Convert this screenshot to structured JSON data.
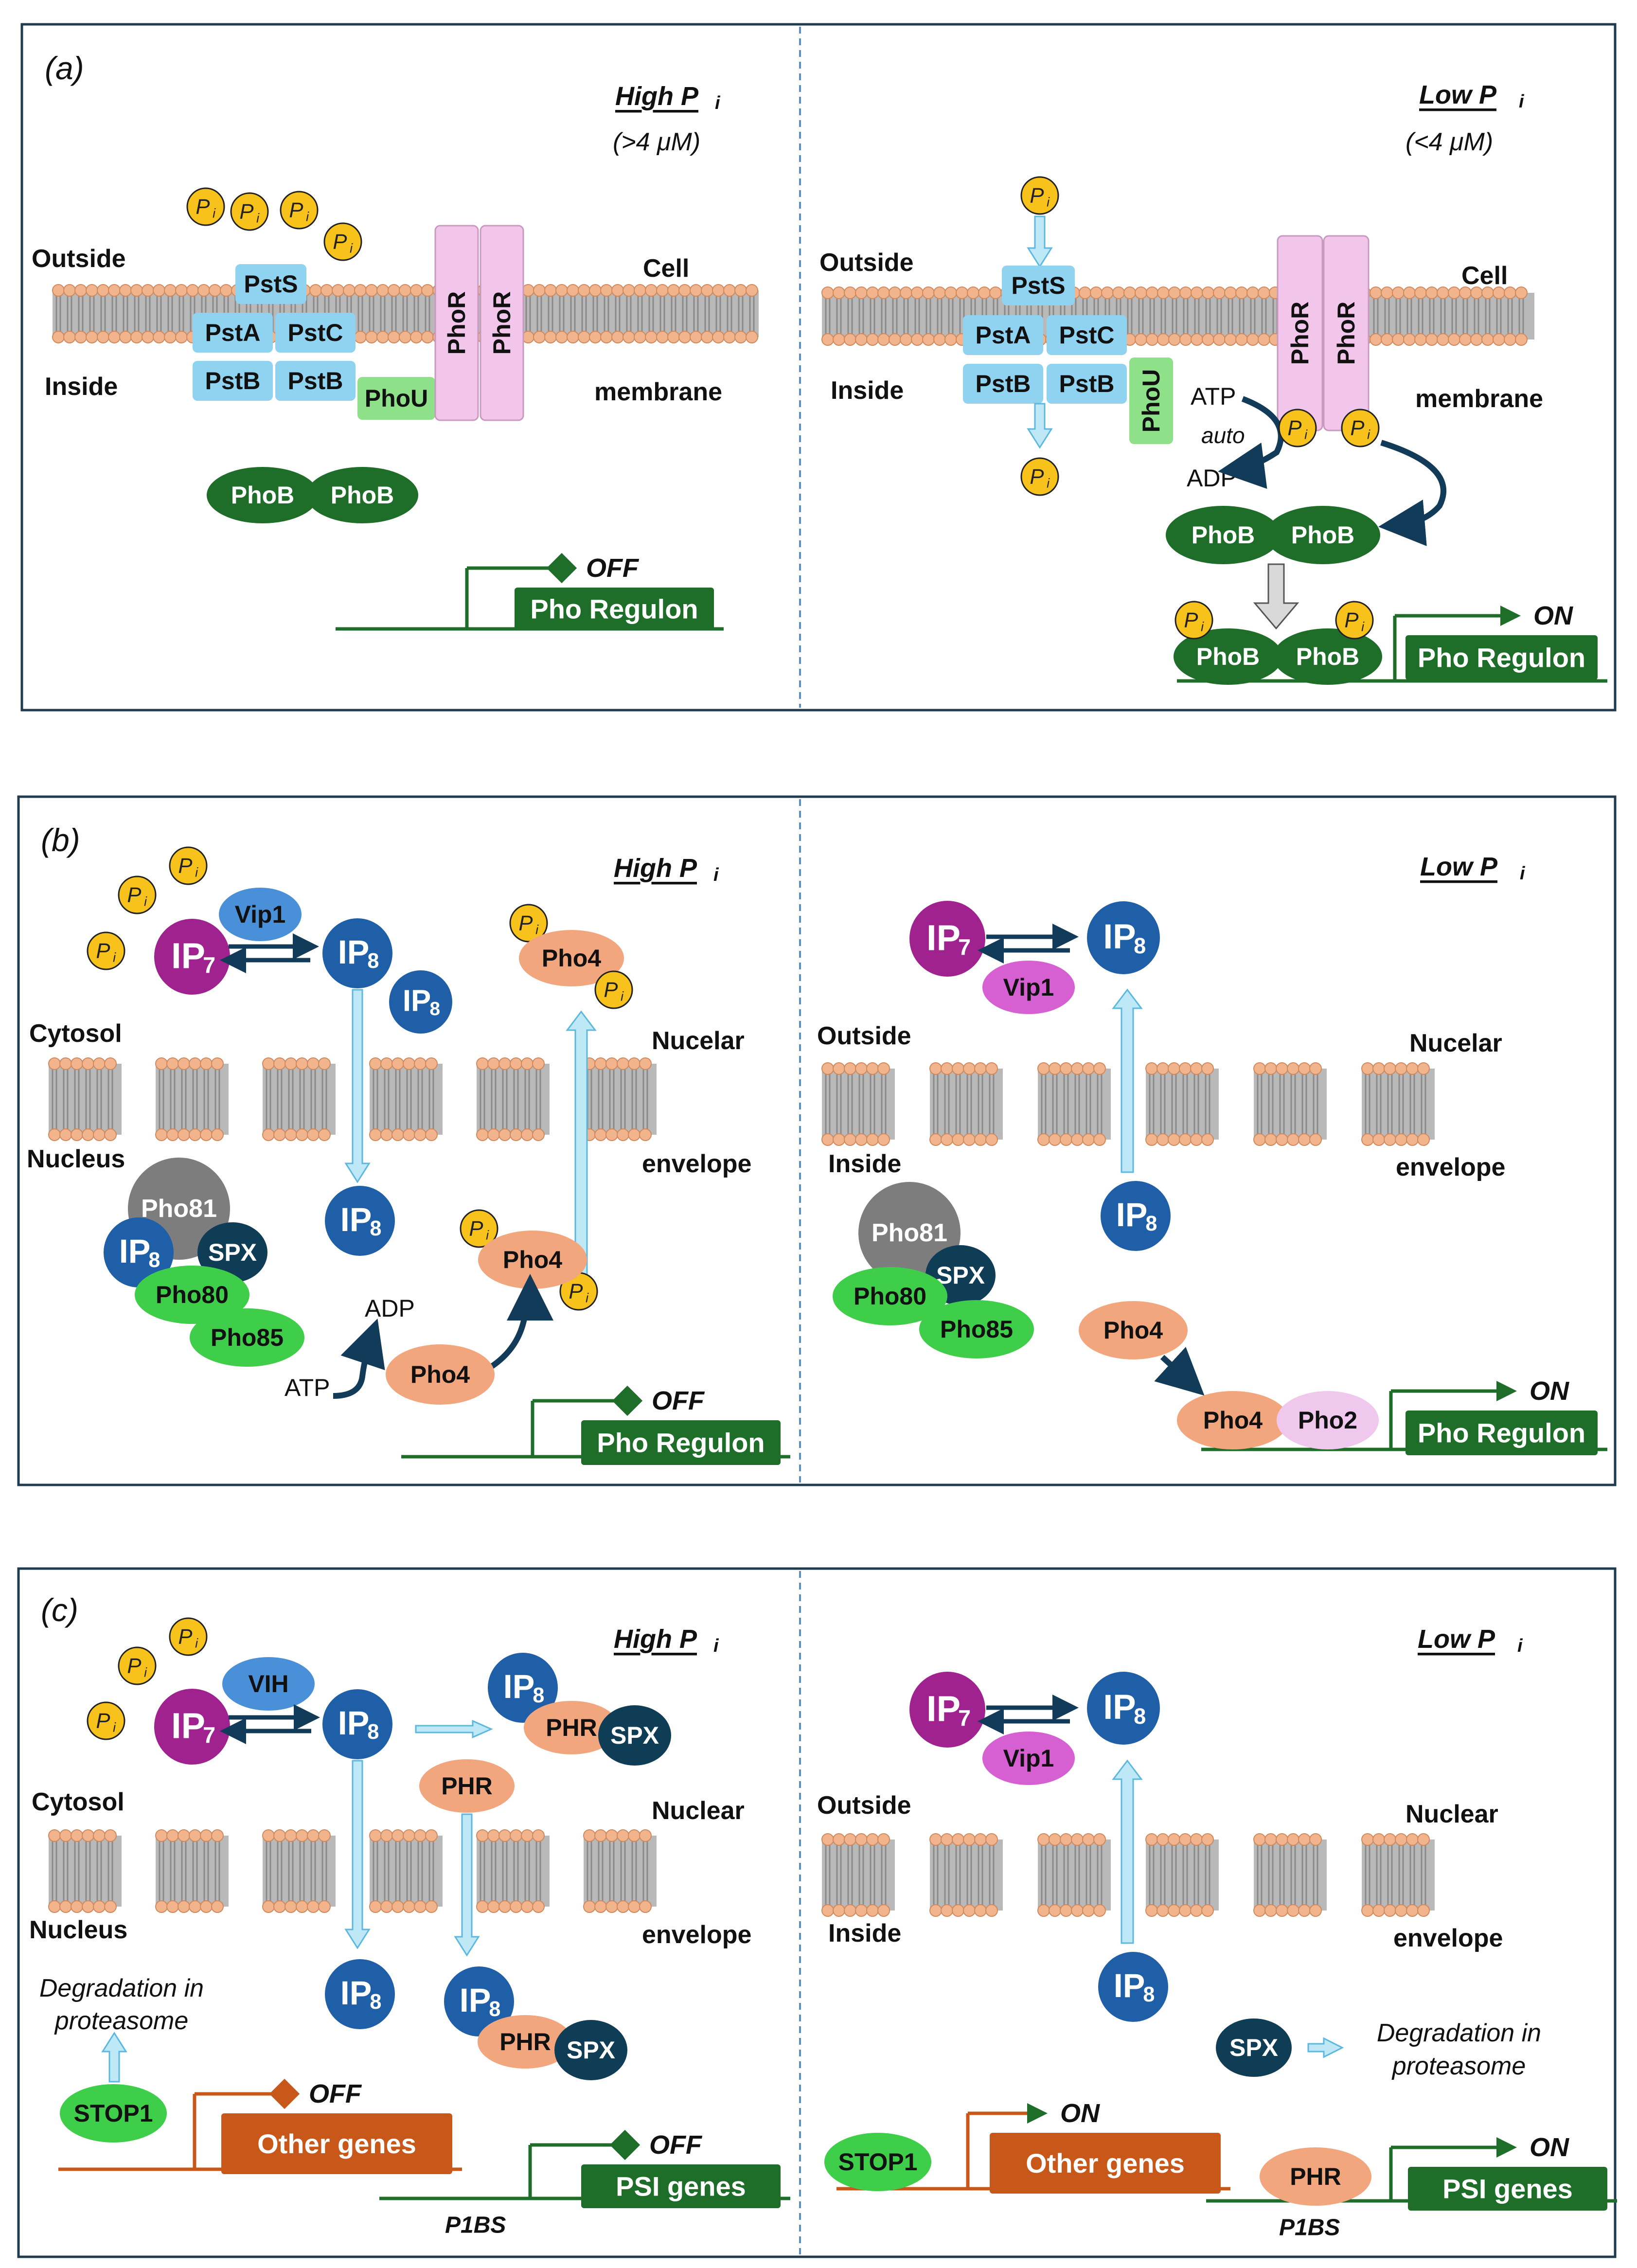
{
  "panels": {
    "a": {
      "label": "(a)",
      "high_title": "High P",
      "high_sub": "(>4 μM)",
      "low_title": "Low P",
      "low_sub": "(<4 μM)",
      "high": {
        "outside": "Outside",
        "inside": "Inside",
        "cell": "Cell",
        "membrane": "membrane",
        "pstS": "PstS",
        "pstA": "PstA",
        "pstC": "PstC",
        "pstB1": "PstB",
        "pstB2": "PstB",
        "phoU": "PhoU",
        "phoR1": "PhoR",
        "phoR2": "PhoR",
        "phoB1": "PhoB",
        "phoB2": "PhoB",
        "status": "OFF",
        "regulon": "Pho Regulon"
      },
      "low": {
        "outside": "Outside",
        "inside": "Inside",
        "cell": "Cell",
        "membrane": "membrane",
        "pstS": "PstS",
        "pstA": "PstA",
        "pstC": "PstC",
        "pstB1": "PstB",
        "pstB2": "PstB",
        "phoU": "PhoU",
        "phoR1": "PhoR",
        "phoR2": "PhoR",
        "atp": "ATP",
        "auto": "auto",
        "adp": "ADP",
        "phoB1": "PhoB",
        "phoB2": "PhoB",
        "phoB3": "PhoB",
        "phoB4": "PhoB",
        "status": "ON",
        "regulon": "Pho Regulon"
      }
    },
    "b": {
      "label": "(b)",
      "high_title": "High P",
      "low_title": "Low P",
      "high": {
        "cytosol": "Cytosol",
        "nucleus": "Nucleus",
        "nucelar": "Nucelar",
        "envelope": "envelope",
        "vip1": "Vip1",
        "ip7": "IP",
        "ip8a": "IP",
        "ip8b": "IP",
        "ip8c": "IP",
        "ip8d": "IP",
        "pho4a": "Pho4",
        "pho4b": "Pho4",
        "pho4c": "Pho4",
        "pho81": "Pho81",
        "spx": "SPX",
        "pho80": "Pho80",
        "pho85": "Pho85",
        "adp": "ADP",
        "atp": "ATP",
        "status": "OFF",
        "regulon": "Pho Regulon"
      },
      "low": {
        "outside": "Outside",
        "inside": "Inside",
        "nucelar": "Nucelar",
        "envelope": "envelope",
        "ip7": "IP",
        "ip8a": "IP",
        "ip8b": "IP",
        "vip1": "Vip1",
        "pho81": "Pho81",
        "spx": "SPX",
        "pho80": "Pho80",
        "pho85": "Pho85",
        "pho4a": "Pho4",
        "pho4b": "Pho4",
        "pho2": "Pho2",
        "status": "ON",
        "regulon": "Pho Regulon"
      }
    },
    "c": {
      "label": "(c)",
      "high_title": "High P",
      "low_title": "Low P",
      "high": {
        "cytosol": "Cytosol",
        "nucleus": "Nucleus",
        "nuclear": "Nuclear",
        "envelope": "envelope",
        "vih": "VIH",
        "ip7": "IP",
        "ip8a": "IP",
        "ip8b": "IP",
        "ip8c": "IP",
        "ip8d": "IP",
        "phr1": "PHR",
        "phr2": "PHR",
        "phr3": "PHR",
        "spx1": "SPX",
        "spx2": "SPX",
        "degradation1": "Degradation in",
        "degradation2": "proteasome",
        "stop1": "STOP1",
        "status1": "OFF",
        "other_genes": "Other genes",
        "status2": "OFF",
        "psi_genes": "PSI genes",
        "p1bs": "P1BS"
      },
      "low": {
        "outside": "Outside",
        "inside": "Inside",
        "nuclear": "Nuclear",
        "envelope": "envelope",
        "ip7": "IP",
        "ip8a": "IP",
        "ip8b": "IP",
        "vip1": "Vip1",
        "spx": "SPX",
        "degradation1": "Degradation in",
        "degradation2": "proteasome",
        "stop1": "STOP1",
        "status1": "ON",
        "other_genes": "Other genes",
        "phr": "PHR",
        "status2": "ON",
        "psi_genes": "PSI genes",
        "p1bs": "P1BS"
      }
    }
  },
  "glyphs": {
    "pi": "P",
    "pi_sub": "i",
    "ip7_sub": "7",
    "ip8_sub": "8"
  },
  "colors": {
    "pi_fill": "#f7c21b",
    "ip_blue": "#1f5fa8",
    "ip7_purple": "#a0228f",
    "pst_blue": "#8fd3f0",
    "phoU_green": "#8ee089",
    "phoR_pink": "#f2c6ea",
    "phoB_green": "#1e6e2a",
    "pho4_salmon": "#f2a67e",
    "pho80_green": "#3fce4a",
    "pho81_gray": "#7d7d7d",
    "spx_navy": "#0f3d55",
    "vip1_violet": "#d65fd2",
    "vih_blue": "#4a90d9",
    "pho2_pink": "#f0c8ee",
    "orange": "#c8581a",
    "gene_green": "#1e6e2a",
    "arrow_cyan": "#bfe8f7",
    "arrow_navy": "#123b5a",
    "bilayer_head": "#f2b48c",
    "bilayer_tail": "#9a9a9a"
  }
}
